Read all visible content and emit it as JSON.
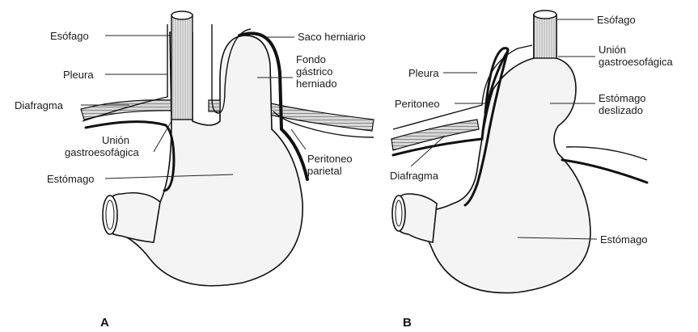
{
  "figure": {
    "panel_a": {
      "letter": "A",
      "labels": {
        "esofago": "Esófago",
        "pleura": "Pleura",
        "diafragma": "Diafragma",
        "union_1": "Unión",
        "union_2": "gastroesofágica",
        "estomago": "Estómago",
        "saco": "Saco herniario",
        "fondo_1": "Fondo",
        "fondo_2": "gástrico",
        "fondo_3": "herniado",
        "peritoneo_1": "Peritoneo",
        "peritoneo_2": "parietal"
      }
    },
    "panel_b": {
      "letter": "B",
      "labels": {
        "esofago": "Esófago",
        "union_1": "Unión",
        "union_2": "gastroesofágica",
        "pleura": "Pleura",
        "peritoneo": "Peritoneo",
        "estomago_desl_1": "Estómago",
        "estomago_desl_2": "deslizado",
        "diafragma": "Diafragma",
        "estomago": "Estómago"
      }
    }
  }
}
